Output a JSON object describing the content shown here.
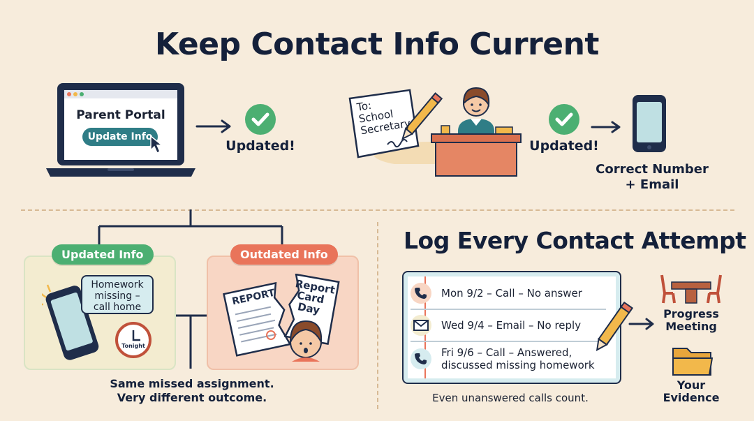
{
  "title": "Keep Contact Info Current",
  "laptop": {
    "screen_title": "Parent Portal",
    "button_label": "Update Info"
  },
  "status_left": "Updated!",
  "letter": {
    "line1": "To:",
    "line2": "School",
    "line3": "Secretary"
  },
  "status_right": "Updated!",
  "phone_caption": {
    "line1": "Correct Number",
    "line2": "+ Email"
  },
  "compare": {
    "updated_label": "Updated Info",
    "outdated_label": "Outdated Info",
    "bubble": {
      "line1": "Homework",
      "line2": "missing –",
      "line3": "call home"
    },
    "clock_label": "Tonight",
    "report_left": "REPORT",
    "report_right": {
      "line1": "Report",
      "line2": "Card",
      "line3": "Day"
    },
    "caption": {
      "line1": "Same missed assignment.",
      "line2": "Very different outcome."
    }
  },
  "log": {
    "title": "Log Every Contact Attempt",
    "entries": [
      {
        "icon": "phone-icon",
        "text": "Mon 9/2 – Call – No answer"
      },
      {
        "icon": "envelope-icon",
        "text": "Wed 9/4 – Email – No reply"
      },
      {
        "icon": "phone-icon",
        "text": "Fri 9/6 – Call – Answered,",
        "text2": "discussed missing homework"
      }
    ],
    "caption": "Even unanswered calls count.",
    "meeting": {
      "line1": "Progress",
      "line2": "Meeting"
    },
    "evidence": {
      "line1": "Your",
      "line2": "Evidence"
    }
  },
  "colors": {
    "green": "#4caf72",
    "coral": "#e9745a",
    "navy": "#1f2d4a",
    "teal": "#2f7d86",
    "background": "#f7ecdc"
  }
}
